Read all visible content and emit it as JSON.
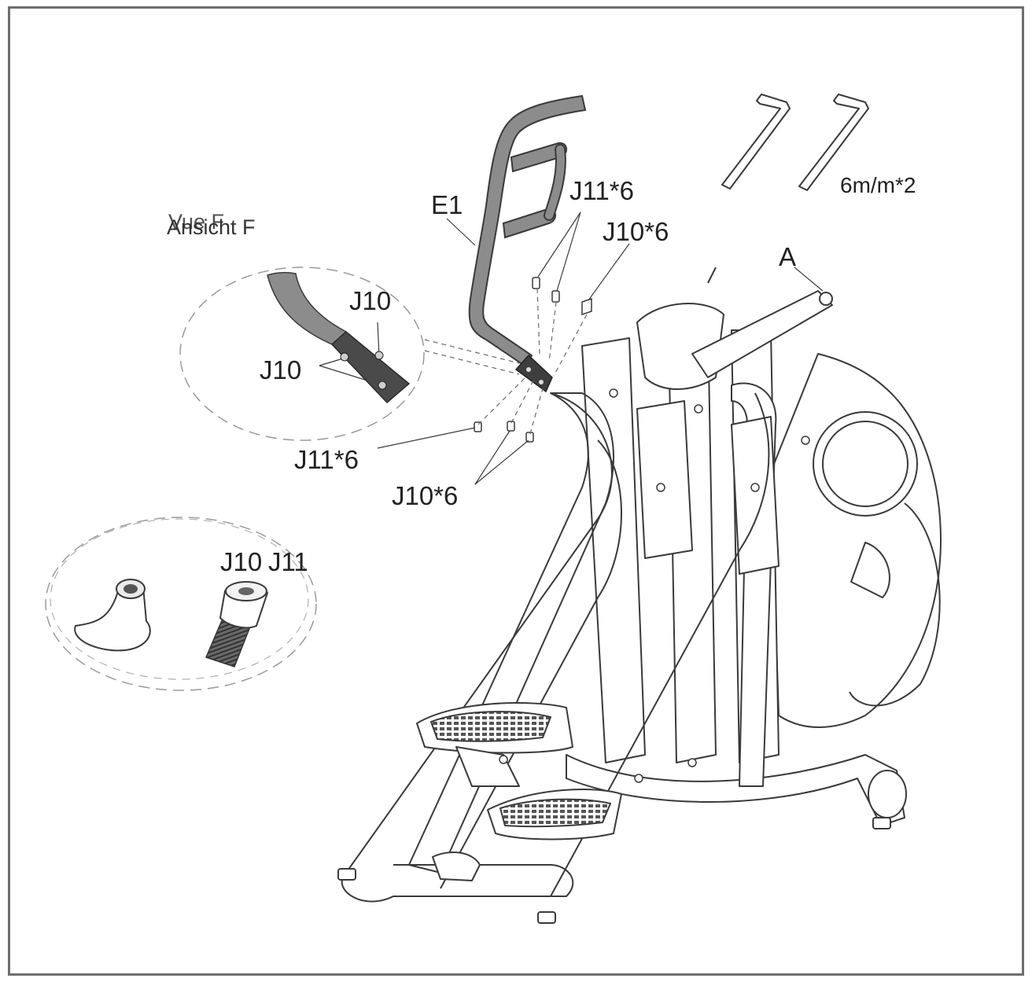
{
  "title": "",
  "labels": {
    "view_fr": "Vue F",
    "view_de": "Ansicht F",
    "e1": "E1",
    "a": "A",
    "j11_top": "J11*6",
    "j10_top": "J10*6",
    "j10_detail_upper": "J10",
    "j10_detail_lower": "J10",
    "j11_bottom": "J11*6",
    "j10_bottom": "J10*6",
    "hardware_j10": "J10",
    "hardware_j11": "J11",
    "wrench_spec": "6m/m*2"
  },
  "parts": {
    "handlebar_part": "E1",
    "frame_part": "A",
    "bolt_part": "J10",
    "bushing_part": "J11"
  },
  "colors": {
    "line": "#3a3a3a",
    "part_fill": "#8c8c8c",
    "dark_fill": "#4a4a4a",
    "dashed": "#9a9a9a",
    "border": "#6e6e6e"
  }
}
